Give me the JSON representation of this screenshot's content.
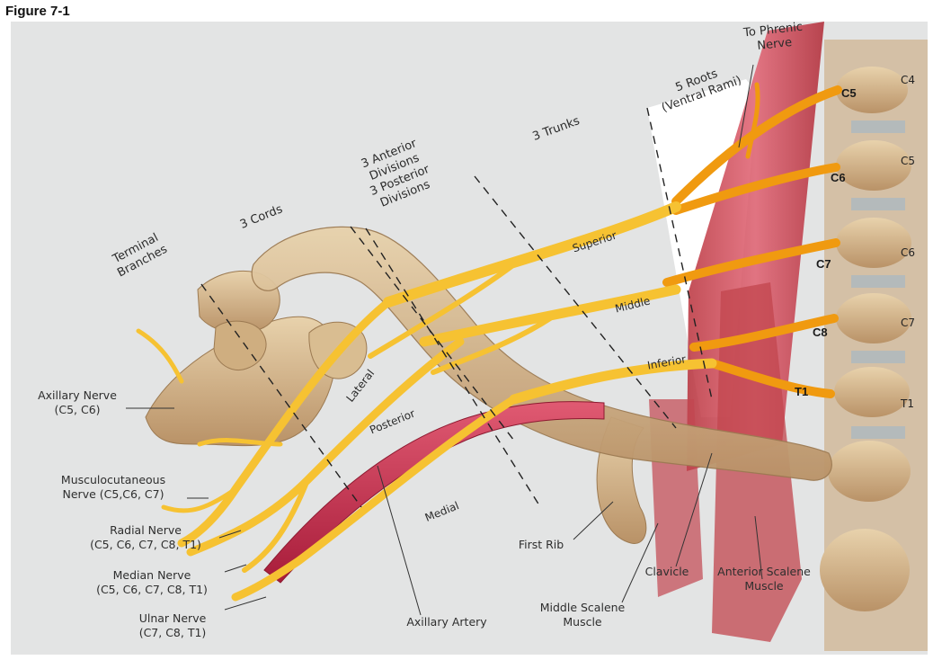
{
  "figure_label": "Figure 7-1",
  "headers": {
    "terminal_branches": [
      "Terminal",
      "Branches"
    ],
    "cords": "3 Cords",
    "divisions": [
      "3 Anterior",
      "Divisions",
      "3 Posterior",
      "Divisions"
    ],
    "trunks": "3 Trunks",
    "roots": [
      "5 Roots",
      "(Ventral Rami)"
    ],
    "phrenic": [
      "To Phrenic",
      "Nerve"
    ]
  },
  "vertebrae": [
    "C4",
    "C5",
    "C6",
    "C7",
    "T1"
  ],
  "root_labels": [
    "C5",
    "C6",
    "C7",
    "C8",
    "T1"
  ],
  "trunks": [
    "Superior",
    "Middle",
    "Inferior"
  ],
  "cords": [
    "Lateral",
    "Posterior",
    "Medial"
  ],
  "terminal_nerves": [
    {
      "name": "Axillary Nerve",
      "roots": "(C5, C6)"
    },
    {
      "name": "Musculocutaneous",
      "roots": "Nerve (C5,C6, C7)"
    },
    {
      "name": "Radial Nerve",
      "roots": "(C5, C6, C7, C8, T1)"
    },
    {
      "name": "Median Nerve",
      "roots": "(C5, C6, C7, C8, T1)"
    },
    {
      "name": "Ulnar Nerve",
      "roots": "(C7, C8, T1)"
    }
  ],
  "structures": {
    "axillary_artery": "Axillary Artery",
    "first_rib": "First Rib",
    "middle_scalene": [
      "Middle Scalene",
      "Muscle"
    ],
    "clavicle": "Clavicle",
    "anterior_scalene": [
      "Anterior Scalene",
      "Muscle"
    ]
  },
  "colors": {
    "nerve": "#f6c232",
    "root_nerve": "#f09a10",
    "artery": "#c42a4a",
    "muscle": "#c53a46",
    "bone": "#d8b889",
    "background": "#e3e4e4"
  }
}
